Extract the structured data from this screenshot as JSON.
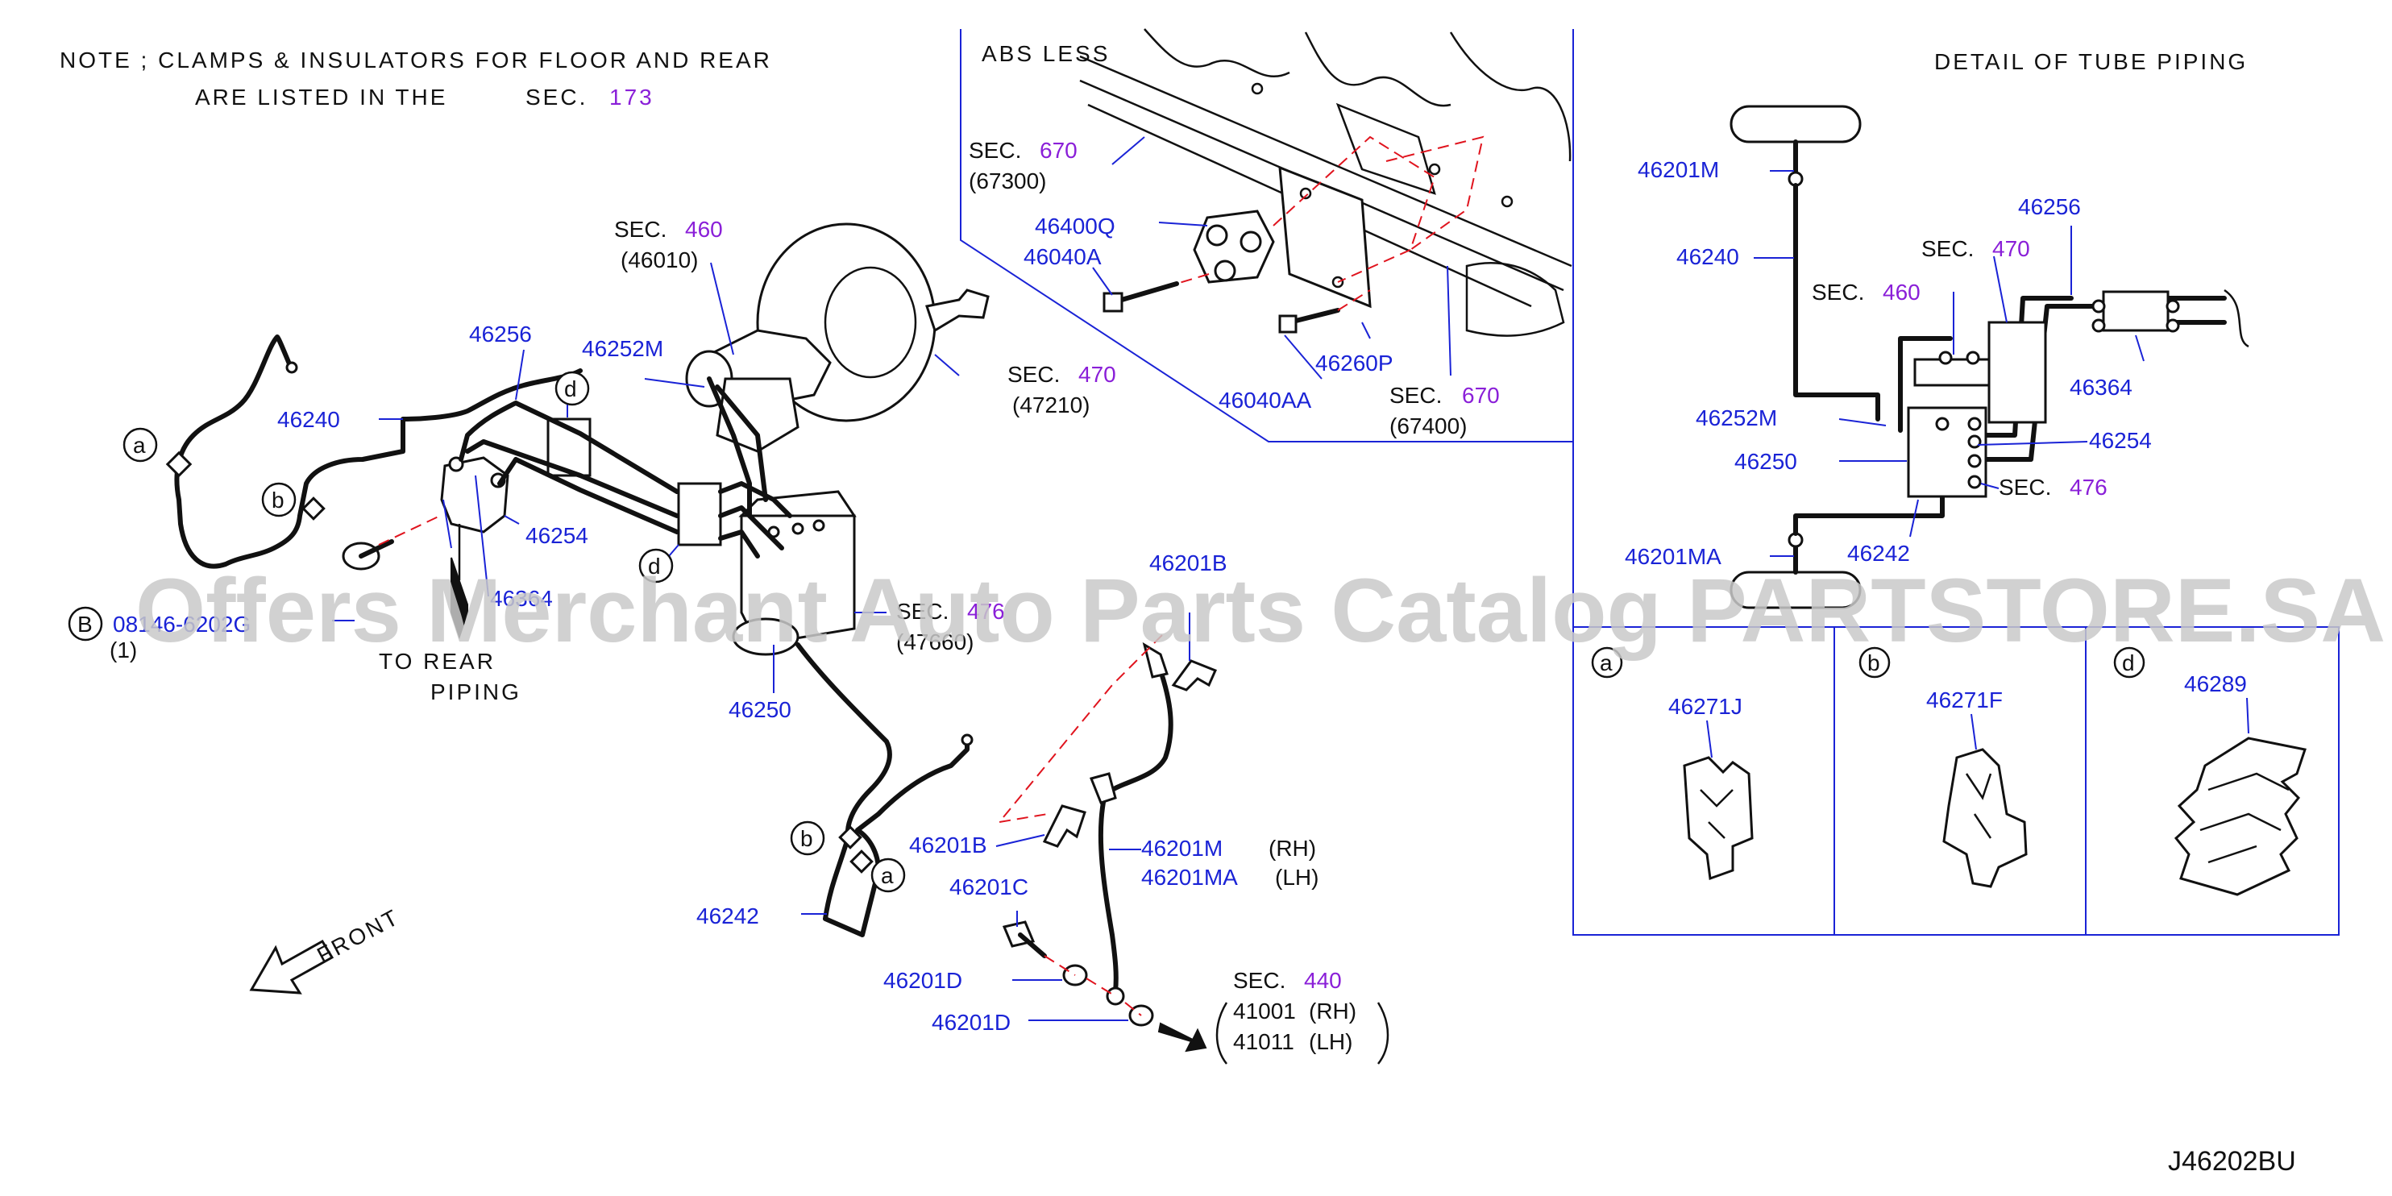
{
  "note": {
    "line1": "NOTE  ;  CLAMPS  &  INSULATORS  FOR  FLOOR  AND  REAR",
    "line2_prefix": "ARE  LISTED  IN  THE",
    "sec": "SEC.",
    "sec_num": "173"
  },
  "abs_less": "ABS  LESS",
  "detail_title": "DETAIL  OF  TUBE  PIPING",
  "drawing_code": "J46202BU",
  "watermark": "Offers Merchant Auto Parts Catalog PARTSTORE.SA",
  "front_label": "FRONT",
  "to_rear": {
    "line1": "TO  REAR",
    "line2": "PIPING"
  },
  "sections": {
    "sec460": {
      "sec": "SEC.",
      "num": "460",
      "sub": "(46010)"
    },
    "sec470": {
      "sec": "SEC.",
      "num": "470",
      "sub": "(47210)"
    },
    "sec670a": {
      "sec": "SEC.",
      "num": "670",
      "sub": "(67300)"
    },
    "sec670b": {
      "sec": "SEC.",
      "num": "670",
      "sub": "(67400)"
    },
    "sec476": {
      "sec": "SEC.",
      "num": "476",
      "sub": "(47660)"
    },
    "sec440": {
      "sec": "SEC.",
      "num": "440",
      "row1_code": "41001",
      "row1_side": "(RH)",
      "row2_code": "41011",
      "row2_side": "(LH)"
    },
    "detail_sec470": {
      "sec": "SEC.",
      "num": "470"
    },
    "detail_sec460": {
      "sec": "SEC.",
      "num": "460"
    },
    "detail_sec476": {
      "sec": "SEC.",
      "num": "476"
    }
  },
  "parts": {
    "p46240": "46240",
    "p46256": "46256",
    "p46252M": "46252M",
    "p46254": "46254",
    "p46364": "46364",
    "p46250": "46250",
    "p46242": "46242",
    "bolt_code": "08146-6202G",
    "bolt_qty": "(1)",
    "p46400Q": "46400Q",
    "p46040A": "46040A",
    "p46260P": "46260P",
    "p46040AA": "46040AA",
    "p46201B_top": "46201B",
    "p46201B_mid": "46201B",
    "p46201M": "46201M",
    "p46201M_side": "(RH)",
    "p46201MA": "46201MA",
    "p46201MA_side": "(LH)",
    "p46201C": "46201C",
    "p46201D_a": "46201D",
    "p46201D_b": "46201D"
  },
  "detail_parts": {
    "p46201M": "46201M",
    "p46240": "46240",
    "p46256": "46256",
    "p46364": "46364",
    "p46252M": "46252M",
    "p46254": "46254",
    "p46250": "46250",
    "p46242": "46242",
    "p46201MA": "46201MA"
  },
  "callouts": {
    "a": "a",
    "b": "b",
    "d": "d",
    "B": "B"
  },
  "clip_panels": [
    {
      "letter": "a",
      "part": "46271J"
    },
    {
      "letter": "b",
      "part": "46271F"
    },
    {
      "letter": "d",
      "part": "46289"
    }
  ]
}
